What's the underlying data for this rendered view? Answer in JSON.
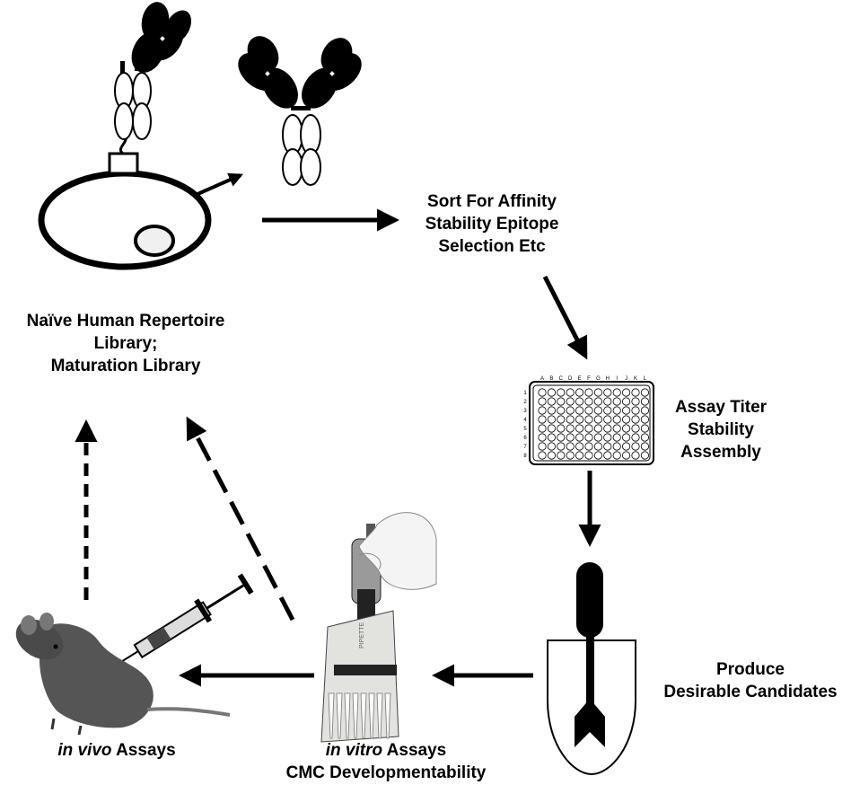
{
  "labels": {
    "sort": [
      "Sort For Affinity",
      "Stability Epitope",
      "Selection Etc"
    ],
    "library": [
      "Naïve Human Repertoire",
      "Library;",
      "Maturation Library"
    ],
    "assay": [
      "Assay Titer",
      "Stability",
      "Assembly"
    ],
    "produce": [
      "Produce",
      "Desirable Candidates"
    ],
    "invivo_italic": "in vivo",
    "invivo_rest": " Assays",
    "invitro_italic": "in vitro",
    "invitro_rest": " Assays",
    "invitro_line2": "CMC Developmentability"
  },
  "plate": {
    "col_labels": [
      "A",
      "B",
      "C",
      "D",
      "E",
      "F",
      "G",
      "H",
      "I",
      "J",
      "K",
      "L"
    ],
    "row_labels": [
      "1",
      "2",
      "3",
      "4",
      "5",
      "6",
      "7",
      "8"
    ]
  },
  "pipette_brand": "PIPETTE"
}
